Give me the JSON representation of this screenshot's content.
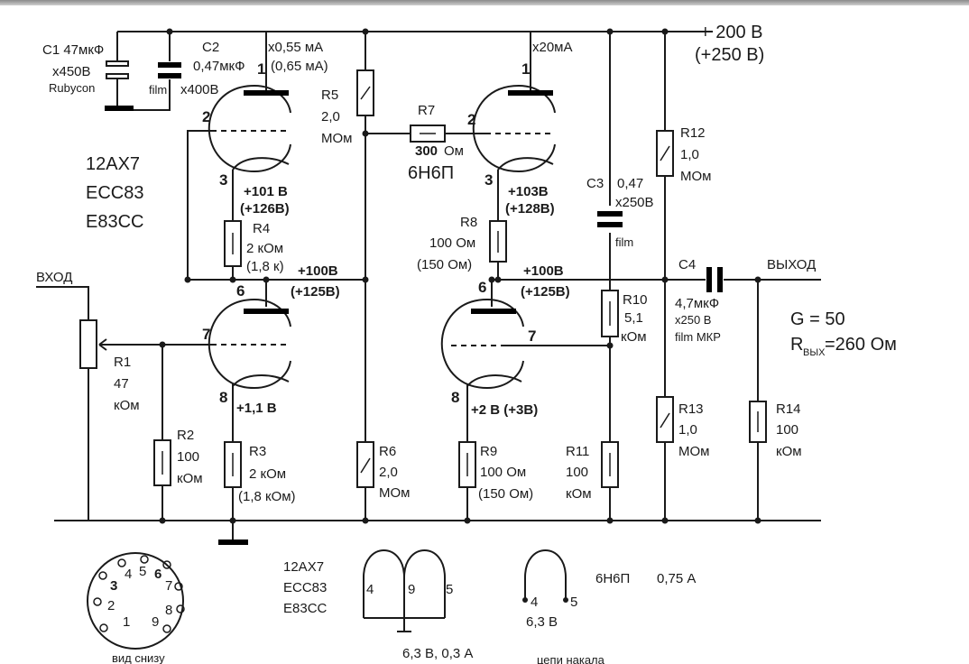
{
  "supply": {
    "voltage": "+ 200 В",
    "alt": "(+250 В)"
  },
  "io": {
    "input": "ВХОД",
    "output": "ВЫХОД"
  },
  "gain": {
    "g": "G = 50",
    "rout_r": "R",
    "rout_sub": "ВЫХ",
    "rout_val": "=260 Ом"
  },
  "tubes": {
    "t1_lines": [
      "12AX7",
      "ECC83",
      "E83CC"
    ],
    "t2": "6Н6П",
    "t1_current": "х0,55 мА",
    "t1_current_alt": "(0,65 мА)",
    "t2_current": "х20мА"
  },
  "components": {
    "c1": [
      "C1 47мкФ",
      "х450В",
      "Rubycon"
    ],
    "c2": [
      "C2",
      "0,47мкФ",
      "film",
      "х400В"
    ],
    "r5": [
      "R5",
      "2,0",
      "МОм"
    ],
    "r7": [
      "R7",
      "300",
      "Ом"
    ],
    "r4": [
      "R4",
      "2 кОм",
      "(1,8 к)"
    ],
    "r8": [
      "R8",
      "100 Ом",
      "(150 Ом)"
    ],
    "c3": [
      "C3",
      "0,47",
      "х250В",
      "film"
    ],
    "r12": [
      "R12",
      "1,0",
      "МОм"
    ],
    "c4": [
      "C4",
      "4,7мкФ",
      "х250 В",
      "film МКР"
    ],
    "r10": [
      "R10",
      "5,1",
      "кОм"
    ],
    "r1": [
      "R1",
      "47",
      "кОм"
    ],
    "r2": [
      "R2",
      "100",
      "кОм"
    ],
    "r3": [
      "R3",
      "2 кОм",
      "(1,8 кОм)"
    ],
    "r6": [
      "R6",
      "2,0",
      "МОм"
    ],
    "r9": [
      "R9",
      "100 Ом",
      "(150 Ом)"
    ],
    "r11": [
      "R11",
      "100",
      "кОм"
    ],
    "r13": [
      "R13",
      "1,0",
      "МОм"
    ],
    "r14": [
      "R14",
      "100",
      "кОм"
    ]
  },
  "voltages": {
    "v3a": "+101 В",
    "v3b": "(+126В)",
    "v6a": "+100В",
    "v6b": "(+125В)",
    "v8": "+1,1 В",
    "w3a": "+103В",
    "w3b": "(+128В)",
    "w6a": "+100В",
    "w6b": "(+125В)",
    "w8": "+2 В (+3В)"
  },
  "pins": {
    "a1": "1",
    "a2": "2",
    "a3": "3",
    "a6": "6",
    "a7": "7",
    "a8": "8",
    "b1": "1",
    "b2": "2",
    "b3": "3",
    "b6": "6",
    "b7": "7",
    "b8": "8"
  },
  "heater": {
    "tube1_lines": [
      "12AX7",
      "ECC83",
      "E83CC"
    ],
    "pins1": [
      "4",
      "9",
      "5"
    ],
    "supply1": "6,3 В, 0,3 А",
    "tube2": "6Н6П",
    "current2": "0,75 А",
    "pins2": [
      "4",
      "5"
    ],
    "supply2": "6,3 В",
    "caption": "цепи накала"
  },
  "socket": {
    "pins": [
      "1",
      "2",
      "3",
      "4",
      "5",
      "6",
      "7",
      "8",
      "9"
    ],
    "caption": "вид снизу"
  }
}
